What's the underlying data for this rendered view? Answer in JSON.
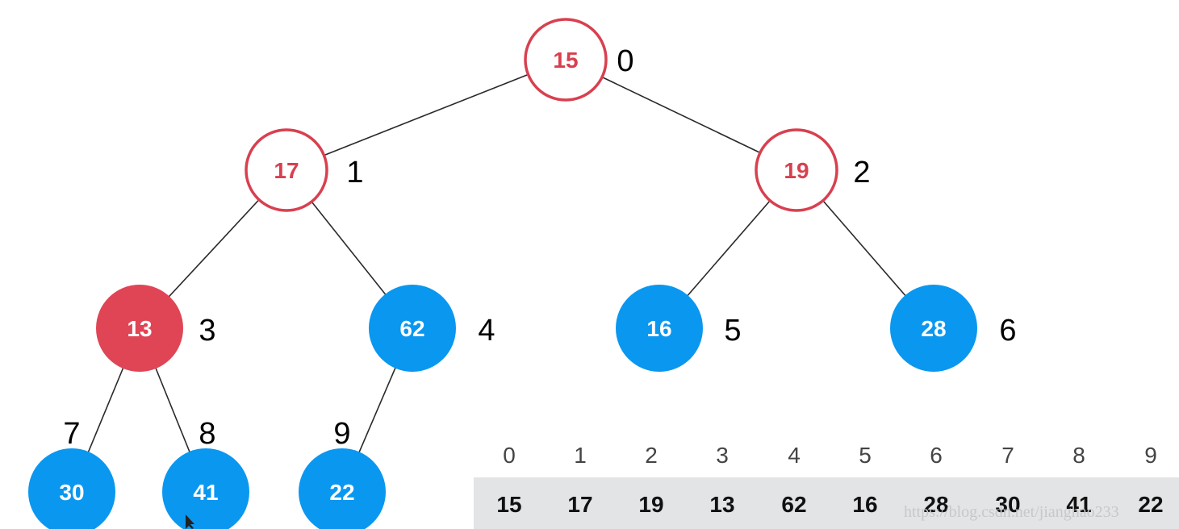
{
  "colors": {
    "edge": "#2a2a2a",
    "outline_node_stroke": "#d8404f",
    "outline_node_text": "#d8404f",
    "highlight_fill": "#e04555",
    "plain_fill": "#0a97f0",
    "filled_text": "#ffffff",
    "array_bg": "#e2e4e6"
  },
  "tree": {
    "nodes": [
      {
        "index": "0",
        "value": "15",
        "style": "outline"
      },
      {
        "index": "1",
        "value": "17",
        "style": "outline"
      },
      {
        "index": "2",
        "value": "19",
        "style": "outline"
      },
      {
        "index": "3",
        "value": "13",
        "style": "highlight"
      },
      {
        "index": "4",
        "value": "62",
        "style": "plain"
      },
      {
        "index": "5",
        "value": "16",
        "style": "plain"
      },
      {
        "index": "6",
        "value": "28",
        "style": "plain"
      },
      {
        "index": "7",
        "value": "30",
        "style": "plain"
      },
      {
        "index": "8",
        "value": "41",
        "style": "plain"
      },
      {
        "index": "9",
        "value": "22",
        "style": "plain"
      }
    ],
    "edges": [
      [
        0,
        1
      ],
      [
        0,
        2
      ],
      [
        1,
        3
      ],
      [
        1,
        4
      ],
      [
        2,
        5
      ],
      [
        2,
        6
      ],
      [
        3,
        7
      ],
      [
        3,
        8
      ],
      [
        4,
        9
      ]
    ]
  },
  "array": {
    "indices": [
      "0",
      "1",
      "2",
      "3",
      "4",
      "5",
      "6",
      "7",
      "8",
      "9"
    ],
    "values": [
      "15",
      "17",
      "19",
      "13",
      "62",
      "16",
      "28",
      "30",
      "41",
      "22"
    ]
  },
  "watermark": "https://blog.csdn.net/jianghao233"
}
